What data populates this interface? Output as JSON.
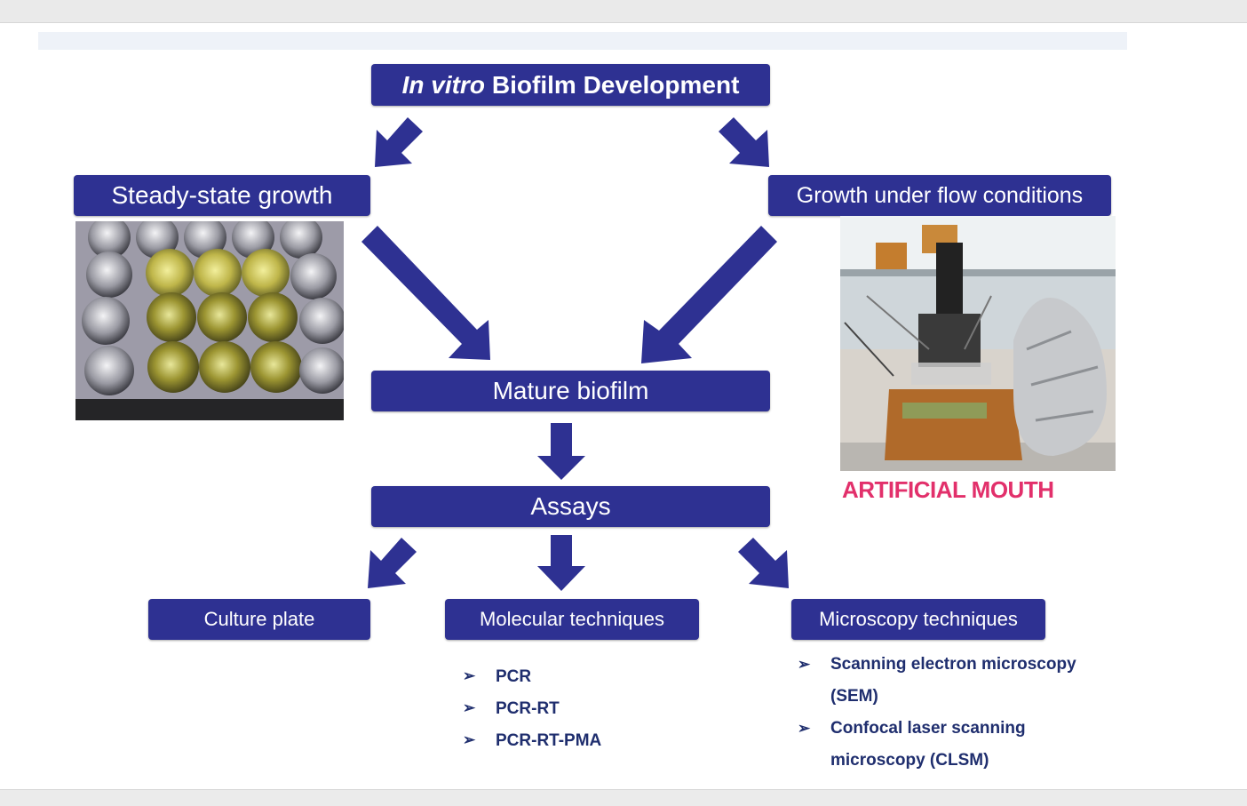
{
  "diagram": {
    "title_italic": "In vitro",
    "title_rest": "Biofilm Development",
    "steady_state": "Steady-state growth",
    "flow_conditions": "Growth under flow conditions",
    "mature": "Mature biofilm",
    "assays": "Assays",
    "culture_plate": "Culture plate",
    "molecular": "Molecular techniques",
    "microscopy": "Microscopy techniques",
    "artificial_mouth": "ARTIFICIAL MOUTH",
    "molecular_items": [
      "PCR",
      "PCR-RT",
      "PCR-RT-PMA"
    ],
    "microscopy_items": [
      "Scanning electron microscopy (SEM)",
      "Confocal laser scanning microscopy (CLSM)"
    ]
  },
  "colors": {
    "box": "#2e3192",
    "arrow": "#2e3192",
    "accent_label": "#e2306b",
    "bullet_text": "#1f2e6e"
  }
}
